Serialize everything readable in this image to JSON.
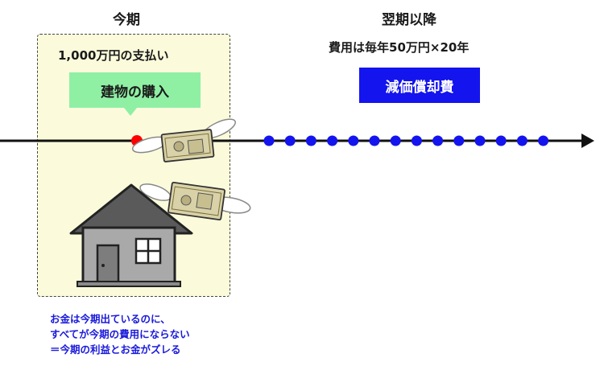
{
  "current_period": {
    "heading": "今期",
    "payment_text": "1,000万円の支払い",
    "purchase_label": "建物の購入"
  },
  "next_period": {
    "heading": "翌期以降",
    "expense_text": "費用は毎年50万円×20年",
    "depreciation_label": "減価償却費"
  },
  "note_lines": [
    "お金は今期出ているのに、",
    "すべてが今期の費用にならない",
    "＝今期の利益とお金がズレる"
  ],
  "timeline": {
    "purchase_point_color": "#ff0000",
    "year_dot_count": 14,
    "year_dot_color": "#1414ee",
    "line_color": "#111111"
  },
  "icons": [
    "flying-money-icon",
    "house-icon"
  ]
}
